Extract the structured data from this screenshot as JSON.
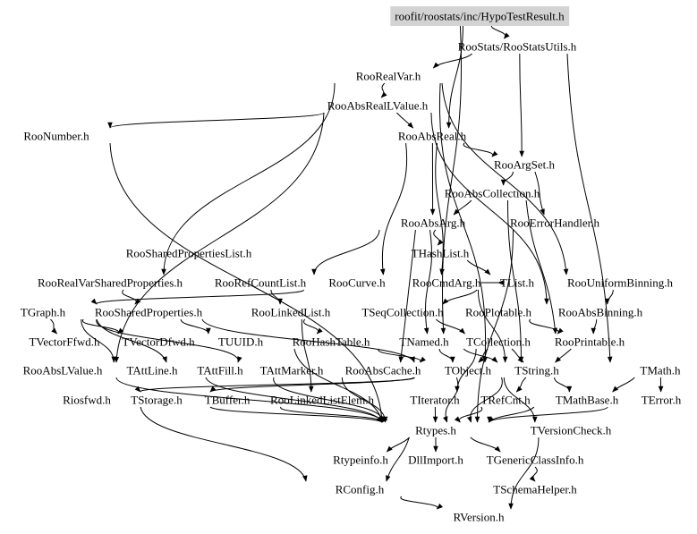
{
  "diagram": {
    "type": "include-dependency-graph",
    "root": "root",
    "nodes": [
      {
        "id": "root",
        "label": "roofit/roostats/inc/HypoTestResult.h"
      },
      {
        "id": "rsu",
        "label": "RooStats/RooStatsUtils.h"
      },
      {
        "id": "rrv",
        "label": "RooRealVar.h"
      },
      {
        "id": "rarlv",
        "label": "RooAbsRealLValue.h"
      },
      {
        "id": "rnum",
        "label": "RooNumber.h"
      },
      {
        "id": "rar",
        "label": "RooAbsReal.h"
      },
      {
        "id": "ras",
        "label": "RooArgSet.h"
      },
      {
        "id": "rac",
        "label": "RooAbsCollection.h"
      },
      {
        "id": "raa",
        "label": "RooAbsArg.h"
      },
      {
        "id": "reh",
        "label": "RooErrorHandler.h"
      },
      {
        "id": "rspl",
        "label": "RooSharedPropertiesList.h"
      },
      {
        "id": "thl",
        "label": "THashList.h"
      },
      {
        "id": "rrvsp",
        "label": "RooRealVarSharedProperties.h"
      },
      {
        "id": "rrcl",
        "label": "RooRefCountList.h"
      },
      {
        "id": "rcur",
        "label": "RooCurve.h"
      },
      {
        "id": "rca",
        "label": "RooCmdArg.h"
      },
      {
        "id": "tlist",
        "label": "TList.h"
      },
      {
        "id": "rub",
        "label": "RooUniformBinning.h"
      },
      {
        "id": "tgraph",
        "label": "TGraph.h"
      },
      {
        "id": "rsp",
        "label": "RooSharedProperties.h"
      },
      {
        "id": "rll",
        "label": "RooLinkedList.h"
      },
      {
        "id": "tseq",
        "label": "TSeqCollection.h"
      },
      {
        "id": "rplot",
        "label": "RooPlotable.h"
      },
      {
        "id": "rab",
        "label": "RooAbsBinning.h"
      },
      {
        "id": "tvff",
        "label": "TVectorFfwd.h"
      },
      {
        "id": "tvdf",
        "label": "TVectorDfwd.h"
      },
      {
        "id": "tuuid",
        "label": "TUUID.h"
      },
      {
        "id": "rht",
        "label": "RooHashTable.h"
      },
      {
        "id": "tnamed",
        "label": "TNamed.h"
      },
      {
        "id": "tcoll",
        "label": "TCollection.h"
      },
      {
        "id": "rprint",
        "label": "RooPrintable.h"
      },
      {
        "id": "ralv",
        "label": "RooAbsLValue.h"
      },
      {
        "id": "tal",
        "label": "TAttLine.h"
      },
      {
        "id": "taf",
        "label": "TAttFill.h"
      },
      {
        "id": "tam",
        "label": "TAttMarker.h"
      },
      {
        "id": "racache",
        "label": "RooAbsCache.h"
      },
      {
        "id": "tobj",
        "label": "TObject.h"
      },
      {
        "id": "tstr",
        "label": "TString.h"
      },
      {
        "id": "tmath",
        "label": "TMath.h"
      },
      {
        "id": "riosfwd",
        "label": "Riosfwd.h"
      },
      {
        "id": "tstor",
        "label": "TStorage.h"
      },
      {
        "id": "tbuf",
        "label": "TBuffer.h"
      },
      {
        "id": "rlle",
        "label": "RooLinkedListElem.h"
      },
      {
        "id": "titer",
        "label": "TIterator.h"
      },
      {
        "id": "trc",
        "label": "TRefCnt.h"
      },
      {
        "id": "tmb",
        "label": "TMathBase.h"
      },
      {
        "id": "terr",
        "label": "TError.h"
      },
      {
        "id": "rtypes",
        "label": "Rtypes.h"
      },
      {
        "id": "tvc",
        "label": "TVersionCheck.h"
      },
      {
        "id": "rtinfo",
        "label": "Rtypeinfo.h"
      },
      {
        "id": "dll",
        "label": "DllImport.h"
      },
      {
        "id": "tgci",
        "label": "TGenericClassInfo.h"
      },
      {
        "id": "rconf",
        "label": "RConfig.h"
      },
      {
        "id": "tsh",
        "label": "TSchemaHelper.h"
      },
      {
        "id": "rver",
        "label": "RVersion.h"
      }
    ],
    "edges": [
      [
        "root",
        "rsu"
      ],
      [
        "root",
        "rar"
      ],
      [
        "root",
        "tnamed"
      ],
      [
        "rsu",
        "rrv"
      ],
      [
        "rsu",
        "ras"
      ],
      [
        "rsu",
        "tmath"
      ],
      [
        "rrv",
        "rarlv"
      ],
      [
        "rrv",
        "rrvsp"
      ],
      [
        "rrv",
        "rub"
      ],
      [
        "rrv",
        "tstr"
      ],
      [
        "rarlv",
        "rnum"
      ],
      [
        "rarlv",
        "rar"
      ],
      [
        "rarlv",
        "ralv"
      ],
      [
        "rarlv",
        "rab"
      ],
      [
        "rnum",
        "rtypes"
      ],
      [
        "rar",
        "ras"
      ],
      [
        "rar",
        "raa"
      ],
      [
        "rar",
        "rcur"
      ],
      [
        "rar",
        "rca"
      ],
      [
        "ras",
        "rac"
      ],
      [
        "ras",
        "reh"
      ],
      [
        "rac",
        "raa"
      ],
      [
        "rac",
        "tstr"
      ],
      [
        "rac",
        "rprint"
      ],
      [
        "raa",
        "thl"
      ],
      [
        "raa",
        "rrcl"
      ],
      [
        "raa",
        "tnamed"
      ],
      [
        "raa",
        "racache"
      ],
      [
        "reh",
        "rtypes"
      ],
      [
        "rspl",
        "rspl_dummy"
      ],
      [
        "rrvsp",
        "rsp"
      ],
      [
        "rrcl",
        "rll"
      ],
      [
        "rcur",
        "tgraph"
      ],
      [
        "rca",
        "tlist"
      ],
      [
        "rca",
        "tstr"
      ],
      [
        "thl",
        "tlist"
      ],
      [
        "tlist",
        "tseq"
      ],
      [
        "rub",
        "rab"
      ],
      [
        "tgraph",
        "tvff"
      ],
      [
        "tgraph",
        "tvdf"
      ],
      [
        "tgraph",
        "tal"
      ],
      [
        "tgraph",
        "taf"
      ],
      [
        "tgraph",
        "tam"
      ],
      [
        "rsp",
        "tuuid"
      ],
      [
        "rsp",
        "tobj"
      ],
      [
        "rll",
        "rht"
      ],
      [
        "rll",
        "rlle"
      ],
      [
        "tseq",
        "tcoll"
      ],
      [
        "rplot",
        "rprint"
      ],
      [
        "rab",
        "rprint"
      ],
      [
        "tuuid",
        "rtypes"
      ],
      [
        "rht",
        "tobj"
      ],
      [
        "tnamed",
        "tobj"
      ],
      [
        "tnamed",
        "tstr"
      ],
      [
        "tcoll",
        "tobj"
      ],
      [
        "tcoll",
        "titer"
      ],
      [
        "tcoll",
        "tstr"
      ],
      [
        "rprint",
        "tstr"
      ],
      [
        "ralv",
        "rtypes"
      ],
      [
        "tal",
        "rtypes"
      ],
      [
        "taf",
        "rtypes"
      ],
      [
        "tam",
        "rtypes"
      ],
      [
        "tobj",
        "rtypes"
      ],
      [
        "tobj",
        "tstor"
      ],
      [
        "tobj",
        "tvc"
      ],
      [
        "tobj",
        "riosfwd"
      ],
      [
        "tstr",
        "trc"
      ],
      [
        "tstr",
        "tmb"
      ],
      [
        "tstr",
        "rtypes"
      ],
      [
        "tmath",
        "tmb"
      ],
      [
        "tmath",
        "terr"
      ],
      [
        "tstor",
        "rtypes"
      ],
      [
        "tbuf",
        "rtypes"
      ],
      [
        "titer",
        "rtypes"
      ],
      [
        "trc",
        "rtypes"
      ],
      [
        "tmb",
        "rtypes"
      ],
      [
        "terr",
        "rtypes"
      ],
      [
        "riosfwd",
        "rconf"
      ],
      [
        "rtypes",
        "rtinfo"
      ],
      [
        "rtypes",
        "dll"
      ],
      [
        "rtypes",
        "tgci"
      ],
      [
        "rtypes",
        "rconf"
      ],
      [
        "tvc",
        "rver"
      ],
      [
        "tgci",
        "tsh"
      ],
      [
        "rconf",
        "rver"
      ]
    ]
  }
}
